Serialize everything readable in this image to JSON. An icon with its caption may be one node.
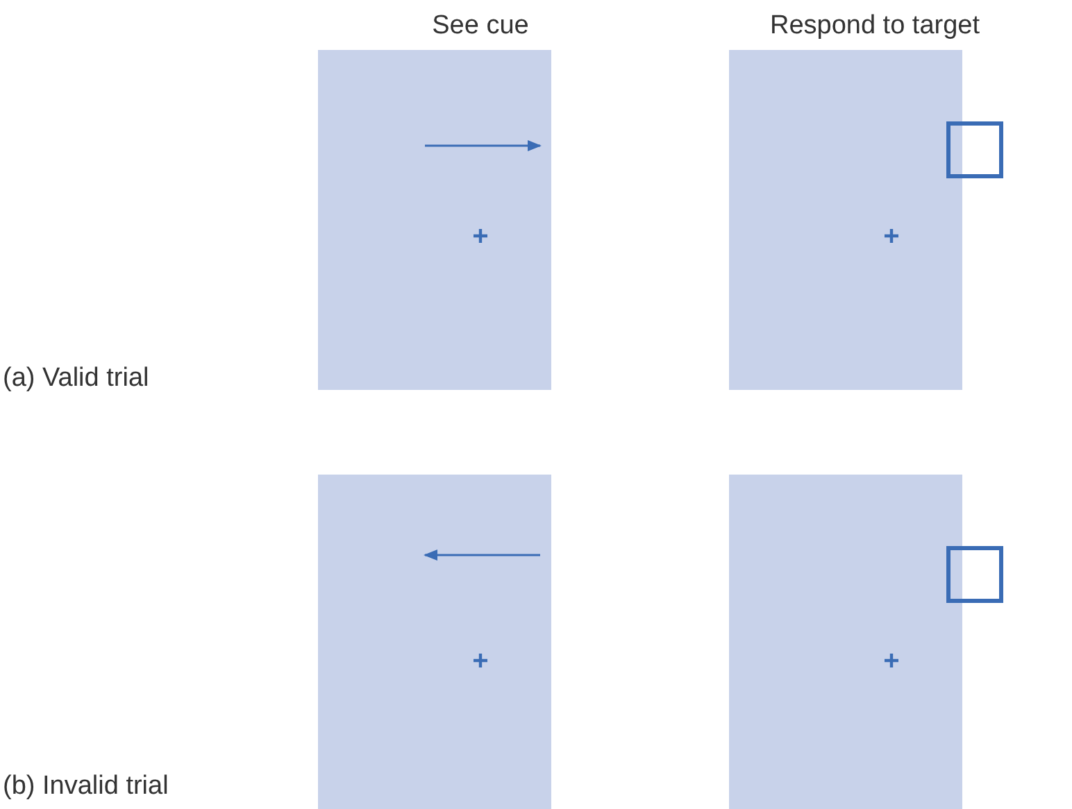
{
  "diagram": {
    "labels": [
      "See cue",
      "Respond to target",
      "(a) Valid trial",
      "(b) Invalid trial"
    ]
  }
}
